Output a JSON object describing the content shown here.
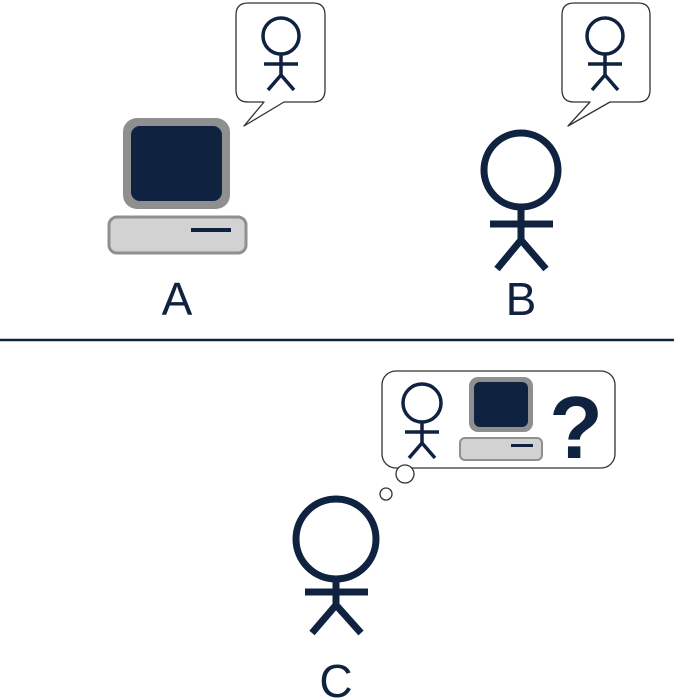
{
  "labels": {
    "a": "A",
    "b": "B",
    "c": "C"
  },
  "thought_bubble": {
    "question_mark": "?"
  },
  "icons": {
    "computer": "computer-icon",
    "person": "stick-figure-icon",
    "speech_bubble": "speech-bubble-icon",
    "thought_bubble": "thought-bubble-icon"
  },
  "colors": {
    "navy": "#0f223f",
    "gray_frame": "#8f8f8f",
    "light_gray": "#d2d2d2",
    "bubble_border": "#333333"
  }
}
